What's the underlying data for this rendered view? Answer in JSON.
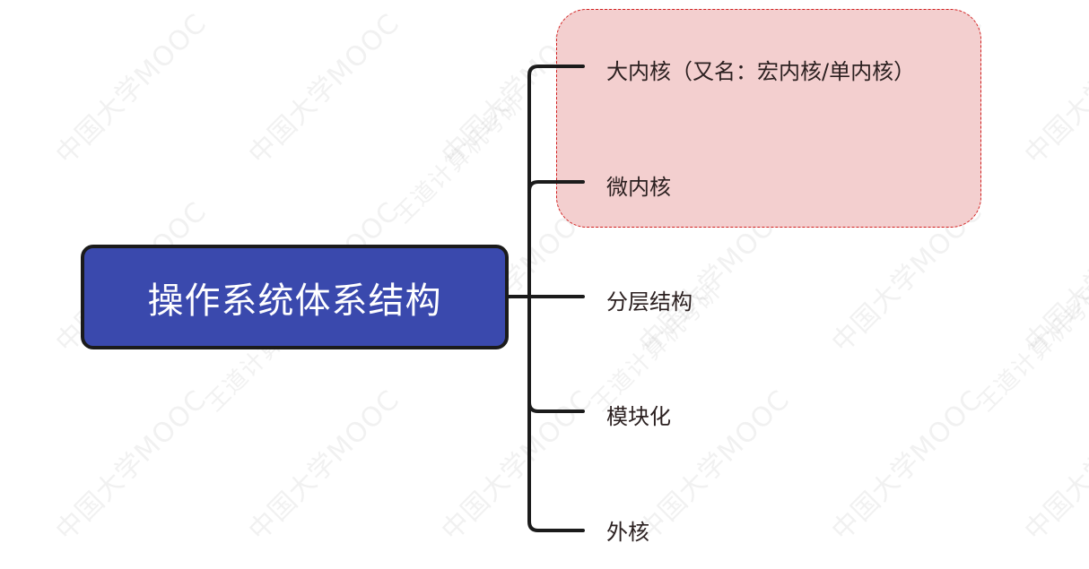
{
  "diagram": {
    "type": "mind-map",
    "root": {
      "label": "操作系统体系结构",
      "fill": "#3a49ad",
      "text_color": "#ffffff"
    },
    "branches": [
      {
        "label": "大内核（又名：宏内核/单内核）",
        "highlighted": true
      },
      {
        "label": "微内核",
        "highlighted": true
      },
      {
        "label": "分层结构",
        "highlighted": false
      },
      {
        "label": "模块化",
        "highlighted": false
      },
      {
        "label": "外核",
        "highlighted": false
      }
    ],
    "highlight": {
      "fill": "#f3cfcf",
      "border": "#d21f1f",
      "style": "dashed"
    },
    "watermarks": [
      "中国大学MOOC",
      "王道计算机考研"
    ]
  }
}
